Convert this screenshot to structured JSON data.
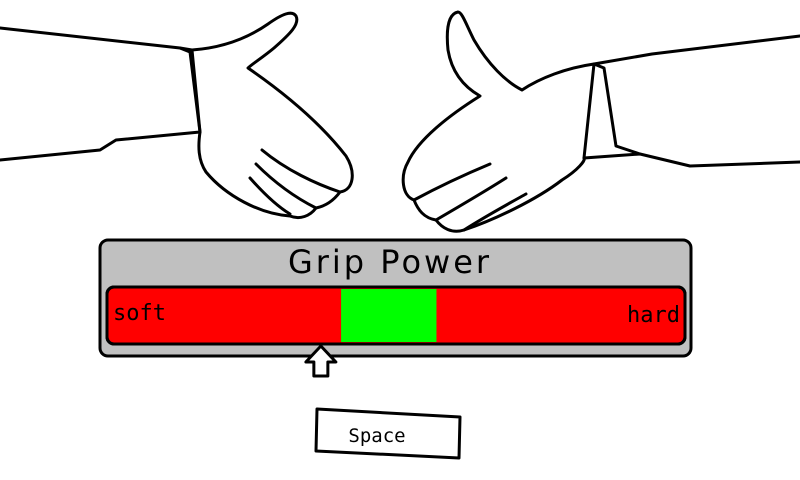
{
  "meter": {
    "title": "Grip Power",
    "left_label": "soft",
    "right_label": "hard",
    "zone_color": "#ff0000",
    "target_color": "#00ff00",
    "panel_color": "#c0c0c0",
    "target_start": 0.405,
    "target_end": 0.57,
    "pointer_position": 0.37
  },
  "controls": {
    "key_label": "Space"
  },
  "icons": {
    "left_hand": "open-hand-icon",
    "right_hand": "open-hand-icon",
    "pointer": "up-arrow-icon"
  }
}
